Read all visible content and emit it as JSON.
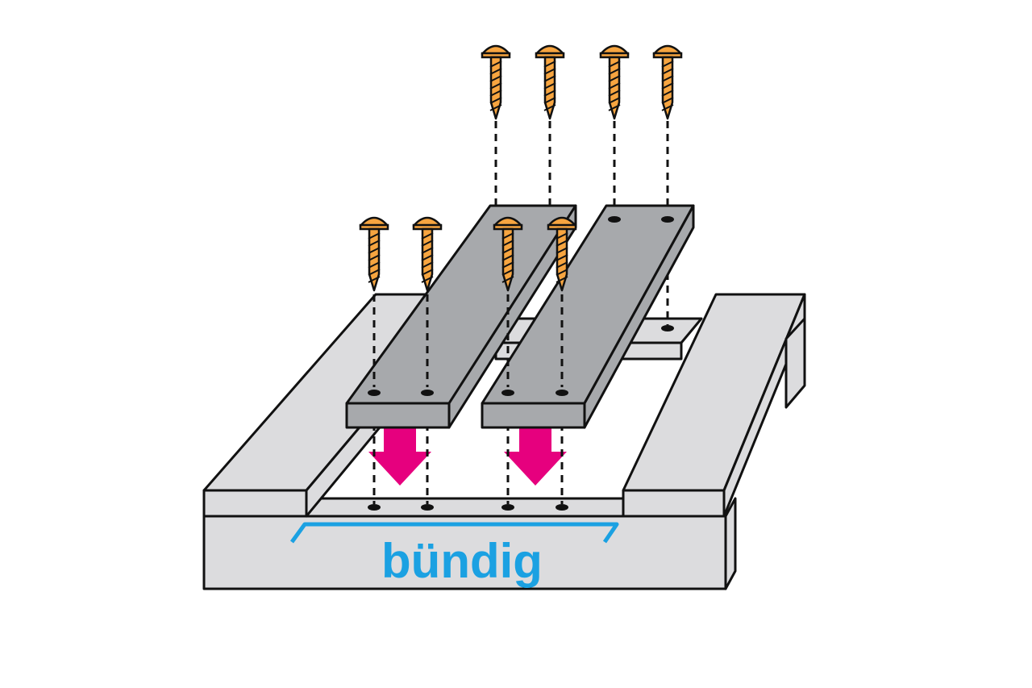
{
  "diagram": {
    "label": "bündig",
    "colors": {
      "wood_light": "#dcdcde",
      "wood_dark": "#a7a9ac",
      "outline": "#111111",
      "arrow": "#e6007e",
      "measure": "#1ba1e2",
      "screw": "#f7a540",
      "screw_shade": "#c97a1c",
      "background": "#ffffff"
    },
    "icons": [
      "screw-icon",
      "down-arrow-icon",
      "flush-measure-line"
    ],
    "screw_count": 8,
    "arrow_count": 2
  }
}
